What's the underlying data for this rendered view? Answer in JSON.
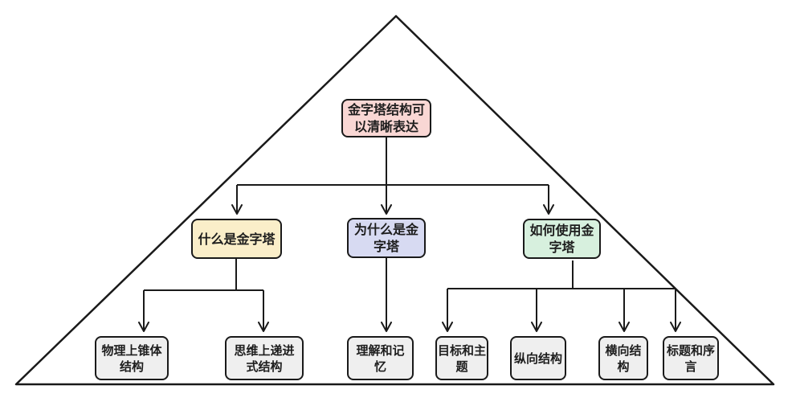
{
  "diagram": {
    "type": "pyramid-mindmap",
    "colors": {
      "outline": "#1a1a1a",
      "line": "#1a1a1a",
      "root_fill": "#f9d7d4",
      "what_fill": "#faeec9",
      "why_fill": "#d7daf2",
      "how_fill": "#d7f0de",
      "leaf_fill": "#efefef"
    },
    "nodes": {
      "root": {
        "label": "金字塔结构可\n以清晰表达"
      },
      "what": {
        "label": "什么是金字塔"
      },
      "why": {
        "label": "为什么是金\n字塔"
      },
      "how": {
        "label": "如何使用金\n字塔"
      },
      "physical": {
        "label": "物理上锥体\n结构"
      },
      "progressive": {
        "label": "思维上递进\n式结构"
      },
      "understand": {
        "label": "理解和记\n忆"
      },
      "goal": {
        "label": "目标和主\n题"
      },
      "vertical": {
        "label": "纵向结构"
      },
      "horizontal": {
        "label": "横向结\n构"
      },
      "title_preface": {
        "label": "标题和序\n言"
      }
    }
  }
}
